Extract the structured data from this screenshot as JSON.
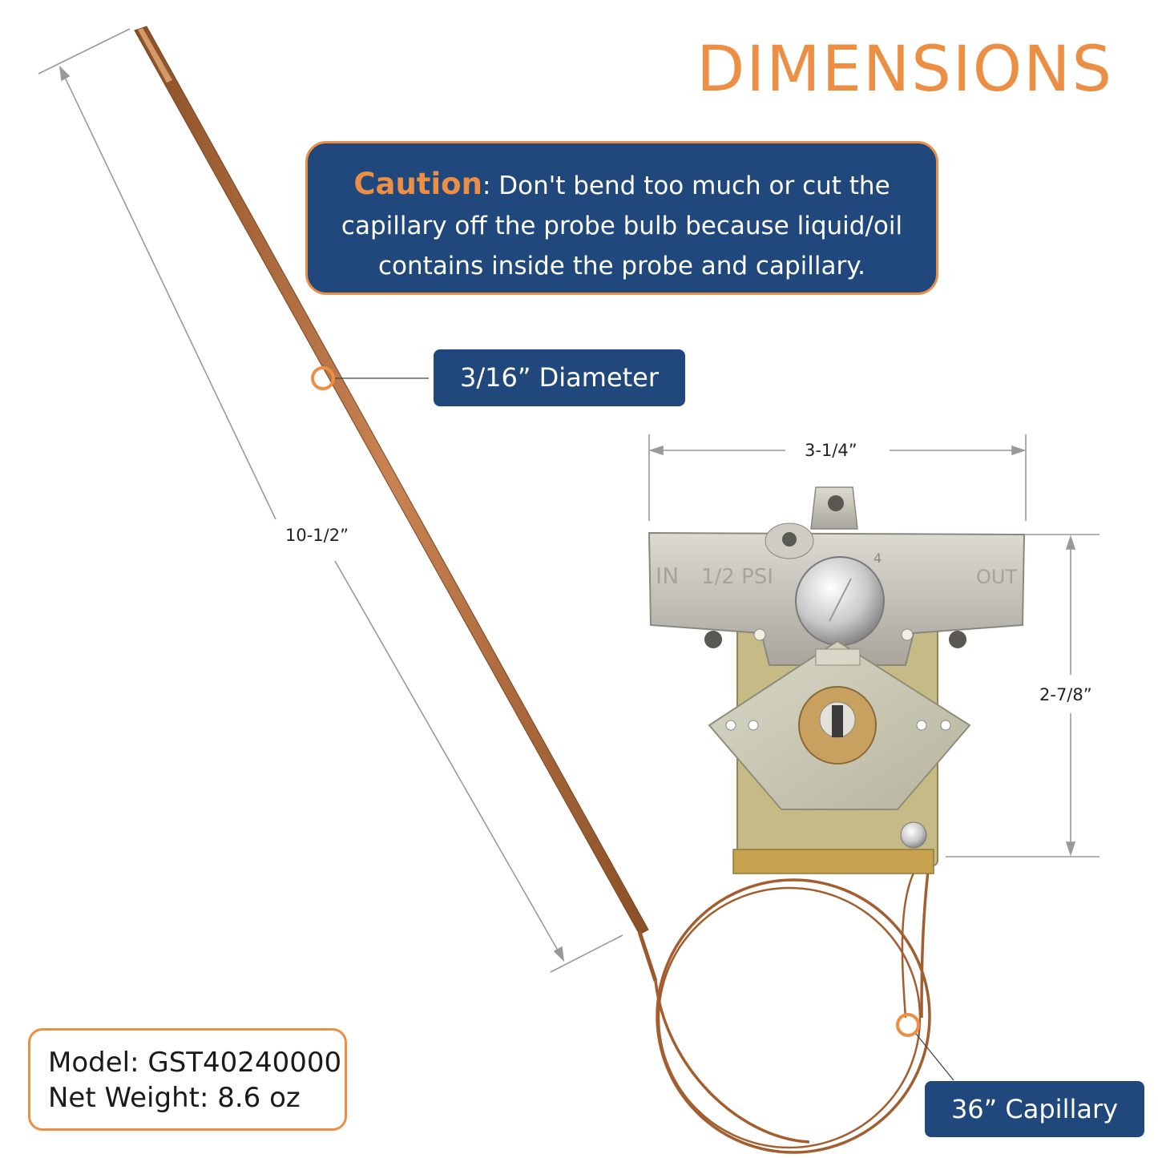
{
  "header": {
    "title": "DIMENSIONS"
  },
  "caution": {
    "keyword": "Caution",
    "text": ": Don't bend too much or cut the capillary off the probe bulb because liquid/oil contains inside the probe and capillary."
  },
  "callouts": {
    "diameter": "3/16” Diameter",
    "capillary": "36” Capillary"
  },
  "dimensions": {
    "probe_length": "10-1/2”",
    "width": "3-1/4”",
    "height": "2-7/8”"
  },
  "valve_markings": {
    "inlet": "IN",
    "pressure": "1/2 PSI",
    "outlet": "OUT",
    "number": "4"
  },
  "info": {
    "model": "Model: GST40240000",
    "weight": "Net Weight: 8.6 oz"
  },
  "colors": {
    "accent": "#ec8f45",
    "navy": "#20487c",
    "copper": "#b06a3a",
    "metal": "#c9c6bd"
  }
}
